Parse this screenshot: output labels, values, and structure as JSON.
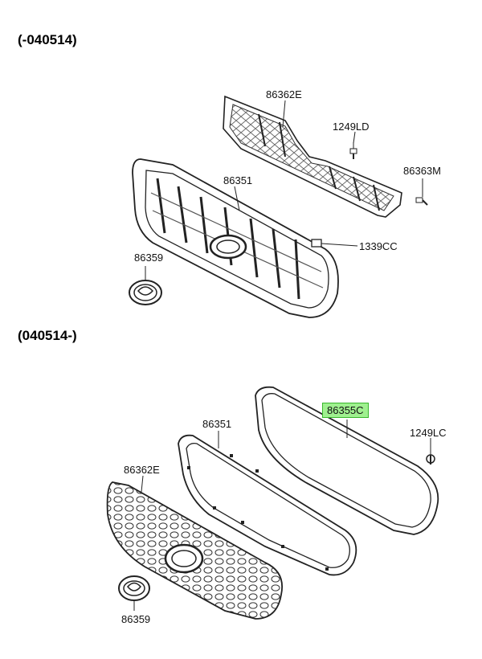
{
  "sections": [
    {
      "label": "(-040514)",
      "parts": [
        {
          "id": "86362E"
        },
        {
          "id": "1249LD"
        },
        {
          "id": "86363M"
        },
        {
          "id": "86351"
        },
        {
          "id": "1339CC"
        },
        {
          "id": "86359"
        }
      ]
    },
    {
      "label": "(040514-)",
      "parts": [
        {
          "id": "86351"
        },
        {
          "id": "1249LC"
        },
        {
          "id": "86362E"
        },
        {
          "id": "86359"
        }
      ]
    }
  ],
  "highlight": {
    "id": "86355C",
    "fill": "#9ff08f",
    "border": "#39b72c"
  },
  "colors": {
    "line": "#222222",
    "shade": "#555555",
    "mesh": "#888888"
  }
}
